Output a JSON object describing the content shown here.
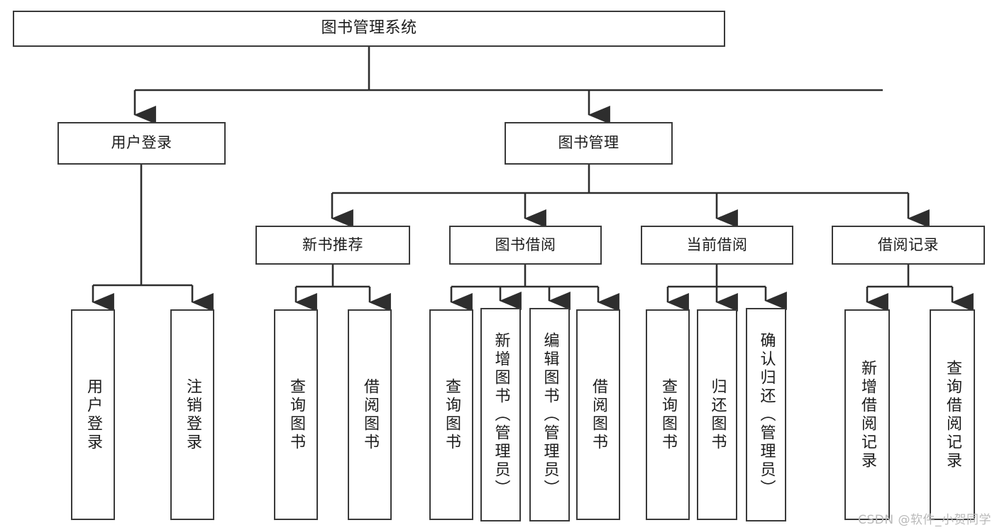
{
  "diagram": {
    "title": "图书管理系统",
    "type": "tree",
    "watermark": "CSDN @软件_小贺同学",
    "colors": {
      "border": "#3a3a3a",
      "background": "#ffffff",
      "text": "#1c1c1c",
      "connector": "#2e2e2e",
      "watermark": "#b9b9b9"
    },
    "root": {
      "label": "图书管理系统"
    },
    "level2": [
      {
        "label": "用户登录"
      },
      {
        "label": "图书管理"
      }
    ],
    "level3": [
      {
        "label": "新书推荐"
      },
      {
        "label": "图书借阅"
      },
      {
        "label": "当前借阅"
      },
      {
        "label": "借阅记录"
      }
    ],
    "leaves": {
      "user_login": [
        {
          "label": "用户登录"
        },
        {
          "label": "注销登录"
        }
      ],
      "new_book_recommend": [
        {
          "label": "查询图书"
        },
        {
          "label": "借阅图书"
        }
      ],
      "book_borrow": [
        {
          "label": "查询图书"
        },
        {
          "label": "新增图书（管理员）"
        },
        {
          "label": "编辑图书（管理员）"
        },
        {
          "label": "借阅图书"
        }
      ],
      "current_borrow": [
        {
          "label": "查询图书"
        },
        {
          "label": "归还图书"
        },
        {
          "label": "确认归还（管理员）"
        }
      ],
      "borrow_record": [
        {
          "label": "新增借阅记录"
        },
        {
          "label": "查询借阅记录"
        }
      ]
    }
  }
}
